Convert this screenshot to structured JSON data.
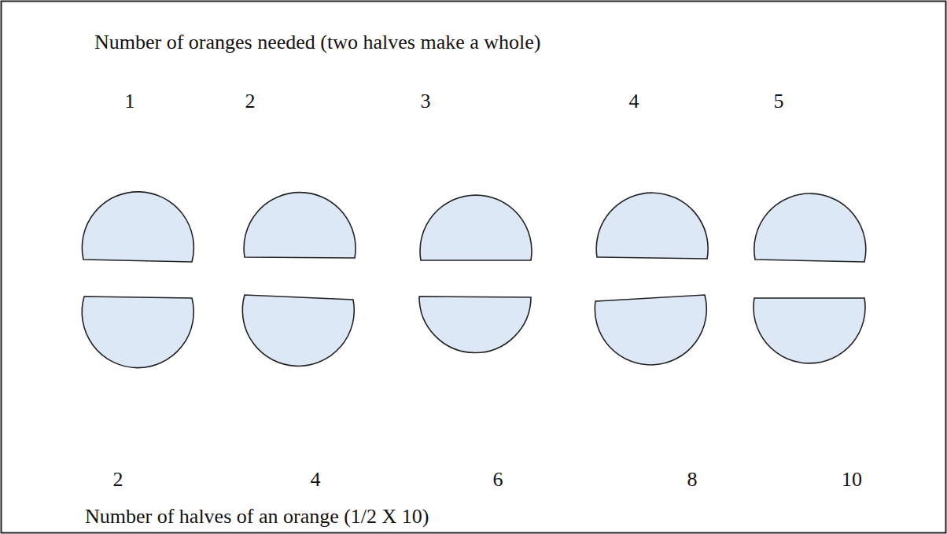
{
  "diagram": {
    "title": "Number of oranges needed (two halves make a whole)",
    "caption": "Number of halves of an orange (1/2 X 10)",
    "labels": [
      "1",
      "2",
      "3",
      "4",
      "5",
      "2",
      "4",
      "6",
      "8",
      "10"
    ]
  }
}
